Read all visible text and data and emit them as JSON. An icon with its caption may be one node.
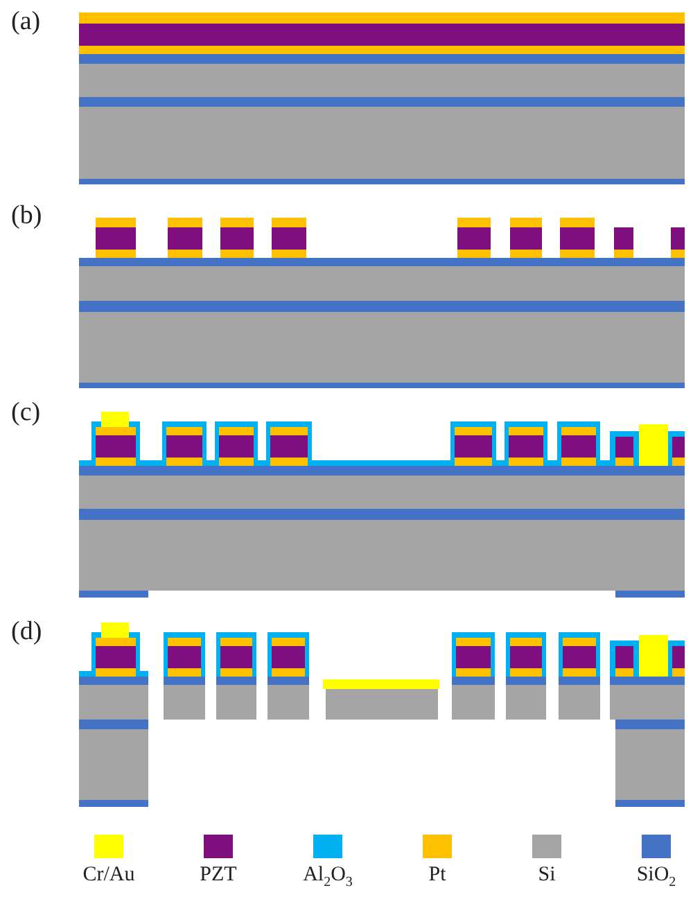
{
  "diagram": {
    "labels": [
      "(a)",
      "(b)",
      "(c)",
      "(d)"
    ],
    "legend": [
      {
        "text": "Cr/Au",
        "color": "#ffff00"
      },
      {
        "text": "PZT",
        "color": "#7f0f7e"
      },
      {
        "text": "Al$_{2}$O$_{3}$",
        "color": "#00b0f0"
      },
      {
        "text": "Pt",
        "color": "#ffc000"
      },
      {
        "text": "Si",
        "color": "#a5a5a5"
      },
      {
        "text": "SiO$_{2}$",
        "color": "#4472c4"
      }
    ]
  }
}
